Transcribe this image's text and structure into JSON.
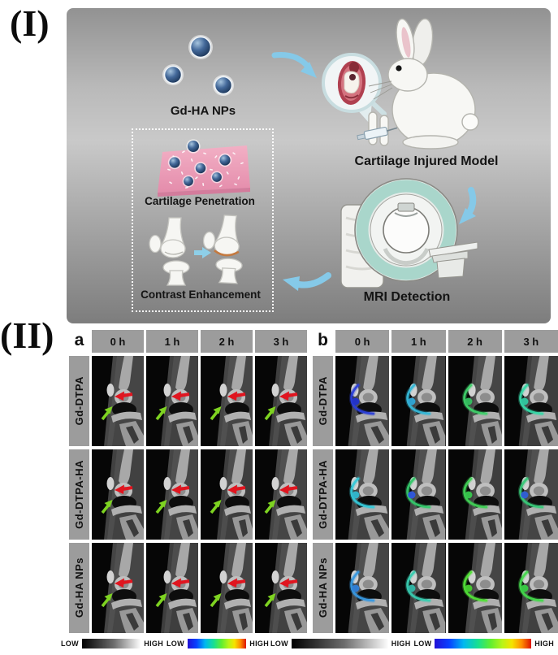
{
  "figure": {
    "panel1": {
      "label": "(I)",
      "nanoparticle_label": "Gd-HA NPs",
      "injured_model_label": "Cartilage Injured Model",
      "mri_label": "MRI Detection",
      "penetration_label": "Cartilage Penetration",
      "enhancement_label": "Contrast Enhancement"
    },
    "panel2": {
      "label": "(II)",
      "column_headers": [
        "0 h",
        "1 h",
        "2 h",
        "3 h"
      ],
      "row_labels": [
        "Gd-DTPA",
        "Gd-DTPA-HA",
        "Gd-HA NPs"
      ],
      "subpanels": [
        {
          "id": "a",
          "label": "a",
          "type": "grayscale MRI with annotation arrows"
        },
        {
          "id": "b",
          "label": "b",
          "type": "pseudocolor signal overlay MRI"
        }
      ],
      "colorbar": {
        "low_label": "LOW",
        "high_label": "HIGH"
      },
      "annotation_colors": {
        "red_arrow": "#e0151f",
        "green_arrow": "#7ed321"
      },
      "b_overlay_colors": [
        [
          {
            "c": "#2b3fd8",
            "b": "#2233cc"
          },
          {
            "c": "#35b8d8",
            "b": "#2fa8d8"
          },
          {
            "c": "#3fd06a",
            "b": "#35c060"
          },
          {
            "c": "#38d8a8",
            "b": "#30c8a0"
          }
        ],
        [
          {
            "c": "#35c8d8",
            "b": "#30b8d0"
          },
          {
            "c": "#34c86a",
            "b": "#2f58e0"
          },
          {
            "c": "#40d055",
            "b": "#38c84e"
          },
          {
            "c": "#38c878",
            "b": "#3060d8"
          }
        ],
        [
          {
            "c": "#3898e0",
            "b": "#3080d8"
          },
          {
            "c": "#38ccb0",
            "b": "#30b8a8"
          },
          {
            "c": "#52e038",
            "b": "#48d030"
          },
          {
            "c": "#44d84c",
            "b": "#38cc44"
          }
        ]
      ]
    }
  }
}
